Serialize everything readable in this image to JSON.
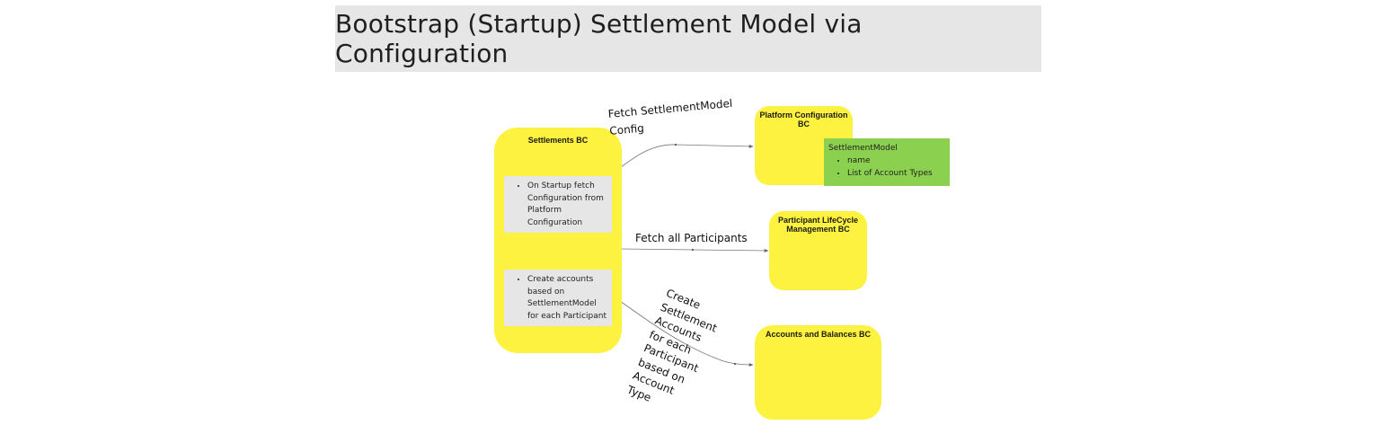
{
  "title": "Bootstrap (Startup) Settlement Model via Configuration",
  "colors": {
    "node_fill": "#fdf23f",
    "note_fill": "#e6e6e6",
    "model_fill": "#8bd14f",
    "edge": "#777777"
  },
  "nodes": {
    "settlements": {
      "label": "Settlements BC",
      "notes": [
        {
          "items": [
            "On Startup fetch Configuration from Platform Configuration"
          ]
        },
        {
          "items": [
            "Create accounts based on SettlementModel for each Participant"
          ]
        }
      ]
    },
    "platform_config": {
      "label": "Platform Configuration BC",
      "model": {
        "title": "SettlementModel",
        "items": [
          "name",
          "List of Account Types"
        ]
      }
    },
    "participant_lifecycle": {
      "label": "Participant LifeCycle Management BC"
    },
    "accounts_balances": {
      "label": "Accounts and Balances BC"
    }
  },
  "edges": {
    "fetch_config": "Fetch SettlementModel Config",
    "fetch_participants": "Fetch all Participants",
    "create_accounts": "Create Settlement Accounts for each Participant based on Account Type"
  }
}
